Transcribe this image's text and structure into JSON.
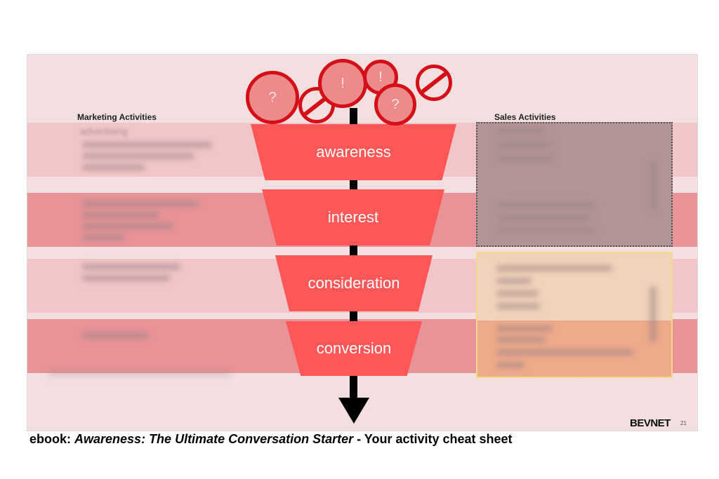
{
  "slide": {
    "marketing_title": "Marketing Activities",
    "sales_title": "Sales Activities",
    "marketing_first_item": "advertising",
    "page_number": "21",
    "logo_text": "BEVNET"
  },
  "funnel": {
    "stages": [
      {
        "label": "awareness"
      },
      {
        "label": "interest"
      },
      {
        "label": "consideration"
      },
      {
        "label": "conversion"
      }
    ],
    "bubbles": {
      "question": "?",
      "exclaim": "!"
    }
  },
  "caption": {
    "prefix": "ebook: ",
    "title": "Awareness: The Ultimate Conversation Starter",
    "suffix": " - Your activity cheat sheet"
  },
  "colors": {
    "funnel": "#fd5758",
    "band_light": "#f2c5c8",
    "band_dark": "#e79397",
    "bubble_border": "#d40f18",
    "slide_bg": "#f3dfe0"
  }
}
